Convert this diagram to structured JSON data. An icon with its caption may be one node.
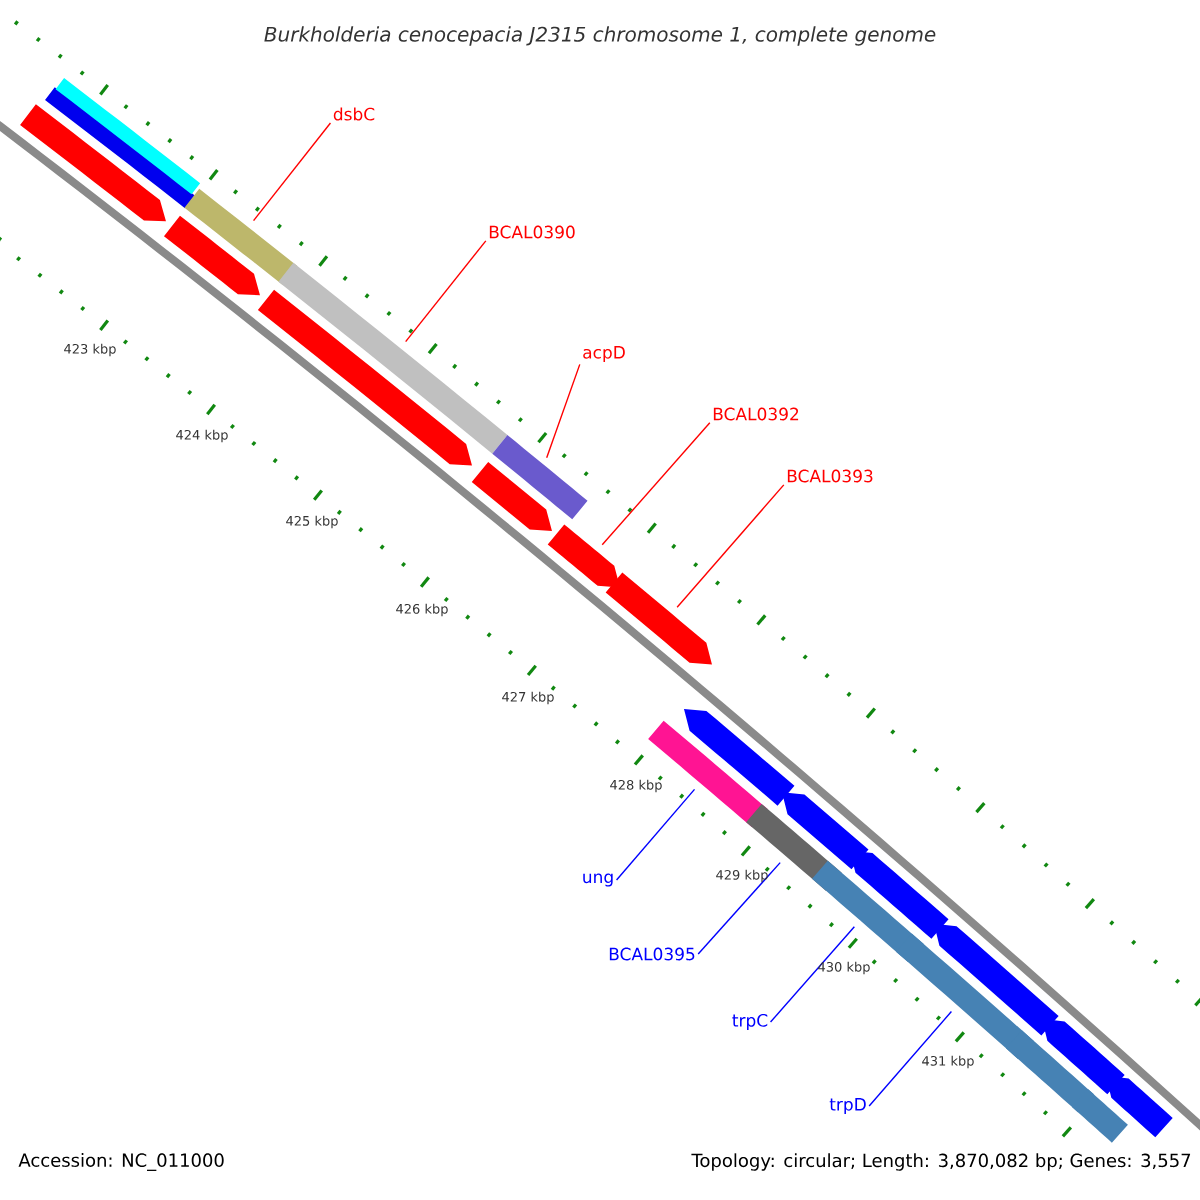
{
  "diagram": {
    "title": "Burkholderia cenocepacia J2315 chromosome 1, complete genome",
    "nodes": [
      {
        "text": [
          "dsbC"
        ]
      },
      {
        "text": [
          "BCAL0390"
        ]
      },
      {
        "text": [
          "acpD"
        ]
      },
      {
        "text": [
          "BCAL0392"
        ]
      },
      {
        "text": [
          "BCAL0393"
        ]
      },
      {
        "text": [
          "ung"
        ]
      },
      {
        "text": [
          "BCAL0395"
        ]
      },
      {
        "text": [
          "trpC"
        ]
      },
      {
        "text": [
          "trpD"
        ]
      },
      {
        "text": [],
        "shape": "arrow"
      },
      {
        "text": [],
        "shape": "bar"
      },
      {
        "text": [],
        "shape": "bar"
      },
      {
        "text": [],
        "shape": "arrow"
      },
      {
        "text": [],
        "shape": "bar"
      },
      {
        "text": [],
        "shape": "arrow"
      },
      {
        "text": [],
        "shape": "bar"
      },
      {
        "text": [],
        "shape": "arrow"
      },
      {
        "text": [],
        "shape": "bar"
      },
      {
        "text": [],
        "shape": "arrow"
      },
      {
        "text": [],
        "shape": "arrow"
      },
      {
        "text": [],
        "shape": "bar"
      },
      {
        "text": [],
        "shape": "arrow"
      },
      {
        "text": [],
        "shape": "bar"
      },
      {
        "text": [],
        "shape": "arrow"
      },
      {
        "text": [],
        "shape": "bar"
      },
      {
        "text": [],
        "shape": "arrow"
      },
      {
        "text": [],
        "shape": "bar"
      },
      {
        "text": [],
        "shape": "arrow"
      },
      {
        "text": [],
        "shape": "bar"
      },
      {
        "text": [],
        "shape": "arrow"
      },
      {
        "text": [],
        "shape": "bar"
      },
      {
        "text": [],
        "shape": "arrow"
      }
    ],
    "edges": [
      {
        "from": 0,
        "to": 13,
        "arrow": "none"
      },
      {
        "from": 1,
        "to": 15,
        "arrow": "none"
      },
      {
        "from": 2,
        "to": 17,
        "arrow": "none"
      },
      {
        "from": 3,
        "to": 18,
        "arrow": "none"
      },
      {
        "from": 4,
        "to": 19,
        "arrow": "none"
      },
      {
        "from": 5,
        "to": 20,
        "arrow": "none",
        "color": "#0000ff"
      },
      {
        "from": 6,
        "to": 22,
        "arrow": "none",
        "color": "#0000ff"
      },
      {
        "from": 7,
        "to": 24,
        "arrow": "none",
        "color": "#0000ff"
      },
      {
        "from": 8,
        "to": 26,
        "arrow": "none",
        "color": "#0000ff"
      }
    ],
    "labels": [
      "423 kbp",
      "424 kbp",
      "425 kbp",
      "426 kbp",
      "427 kbp",
      "428 kbp",
      "429 kbp",
      "430 kbp",
      "431 kbp",
      "Accession: NC_011000",
      "Topology: circular; Length: 3,870,082 bp; Genes: 3,557"
    ]
  }
}
